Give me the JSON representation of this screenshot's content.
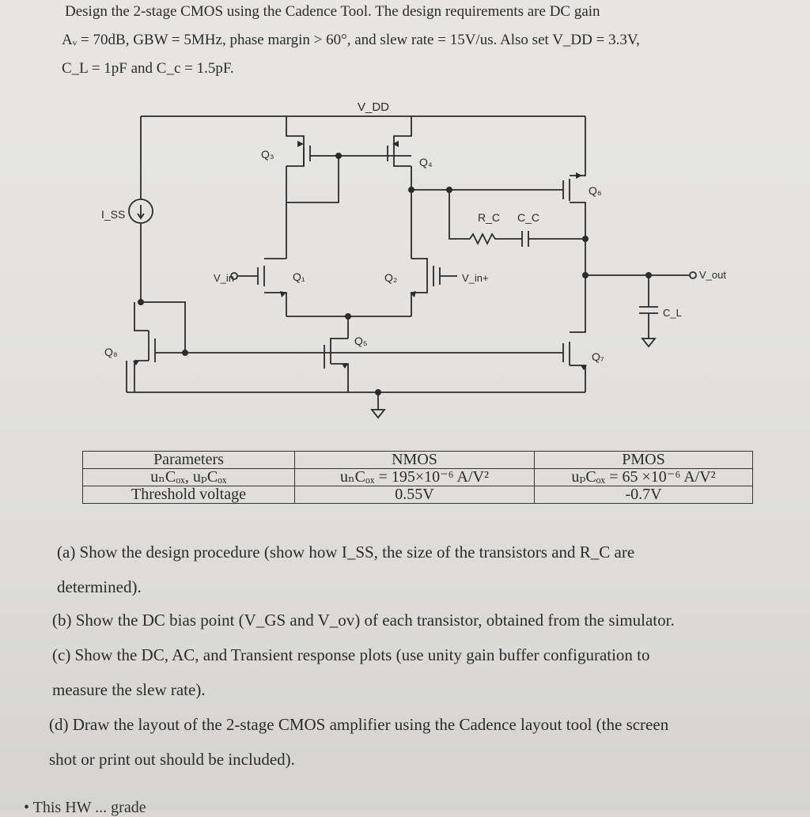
{
  "header": {
    "line1": "Design the 2-stage CMOS using the Cadence Tool. The design requirements are DC gain",
    "line2": "Aᵥ = 70dB, GBW = 5MHz, phase margin > 60°, and slew rate = 15V/us. Also set V_DD = 3.3V,",
    "line3": "C_L = 1pF and C_c = 1.5pF."
  },
  "circuit": {
    "vdd": "V_DD",
    "iss": "I_SS",
    "vin_minus": "V_in-",
    "vin_plus": "V_in+",
    "vout": "V_out",
    "rc": "R_C",
    "cc": "C_C",
    "cl": "C_L",
    "transistors": [
      "Q₁",
      "Q₂",
      "Q₃",
      "Q₄",
      "Q₅",
      "Q₆",
      "Q₇",
      "Q₈"
    ]
  },
  "table": {
    "headers": [
      "Parameters",
      "NMOS",
      "PMOS"
    ],
    "rows": [
      [
        "uₙCₒₓ, uₚCₒₓ",
        "uₙCₒₓ = 195×10⁻⁶ A/V²",
        "uₚCₒₓ  =  65 ×10⁻⁶ A/V²"
      ],
      [
        "Threshold voltage",
        "0.55V",
        "-0.7V"
      ]
    ]
  },
  "questions": {
    "a1": "(a) Show the design procedure (show how I_SS, the size of the transistors and R_C are",
    "a2": "determined).",
    "b": "(b) Show the DC bias point (V_GS and V_ov) of each transistor, obtained from the simulator.",
    "c1": "(c) Show the DC, AC, and Transient response plots (use unity gain buffer configuration to",
    "c2": "measure the slew rate).",
    "d1": "(d) Draw the layout of the 2-stage CMOS amplifier using the Cadence layout tool (the screen",
    "d2": "shot or print out should be included)."
  },
  "footer": "• This HW ... grade"
}
